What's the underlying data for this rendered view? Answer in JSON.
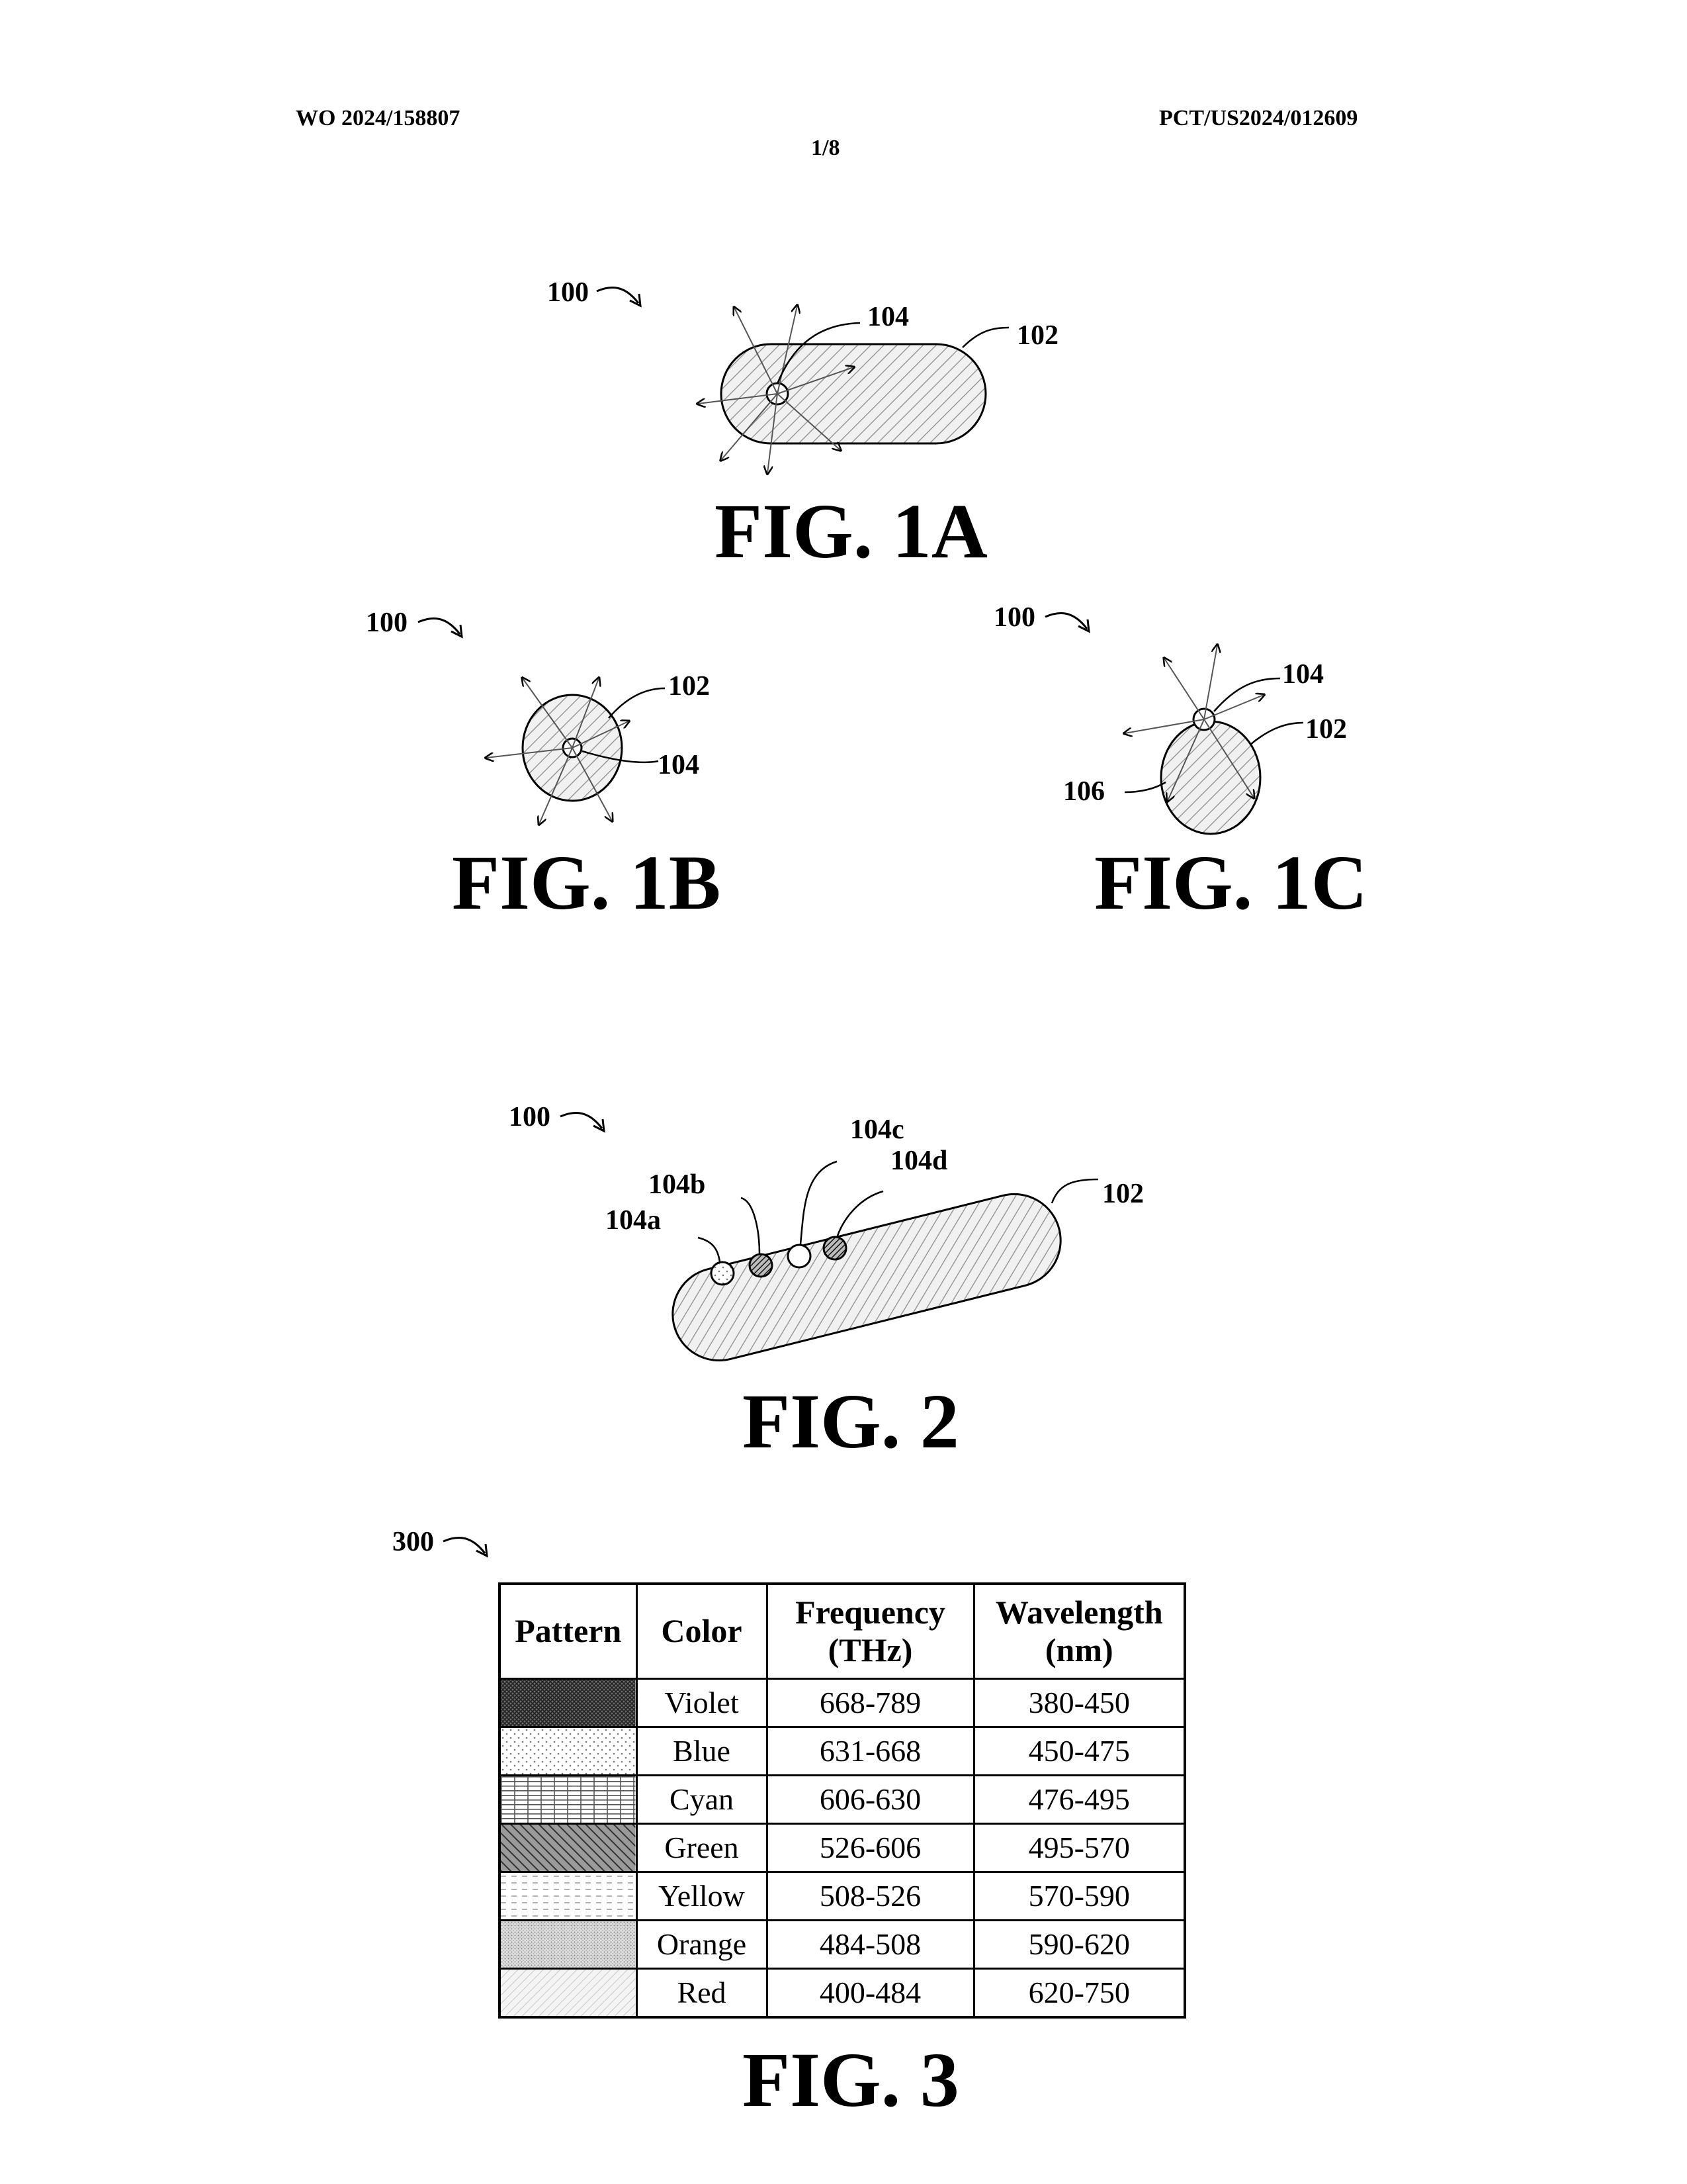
{
  "header": {
    "publication_number": "WO 2024/158807",
    "application_number": "PCT/US2024/012609",
    "sheet": "1/8"
  },
  "fig1a": {
    "caption": "FIG. 1A",
    "ref_device": "100",
    "ref_body": "102",
    "ref_emitter": "104"
  },
  "fig1b": {
    "caption": "FIG. 1B",
    "ref_device": "100",
    "ref_body": "102",
    "ref_emitter": "104"
  },
  "fig1c": {
    "caption": "FIG. 1C",
    "ref_device": "100",
    "ref_body": "102",
    "ref_emitter": "104",
    "ref_reflector": "106"
  },
  "fig2": {
    "caption": "FIG. 2",
    "ref_device": "100",
    "ref_body": "102",
    "ref_emitter_a": "104a",
    "ref_emitter_b": "104b",
    "ref_emitter_c": "104c",
    "ref_emitter_d": "104d"
  },
  "fig3": {
    "caption": "FIG. 3",
    "ref_table": "300",
    "columns": [
      "Pattern",
      "Color",
      "Frequency (THz)",
      "Wavelength (nm)"
    ],
    "rows": [
      {
        "pattern": "dense-crosshatch",
        "color": "Violet",
        "frequency": "668-789",
        "wavelength": "380-450"
      },
      {
        "pattern": "sparse-dots",
        "color": "Blue",
        "frequency": "631-668",
        "wavelength": "450-475"
      },
      {
        "pattern": "grid",
        "color": "Cyan",
        "frequency": "606-630",
        "wavelength": "476-495"
      },
      {
        "pattern": "diagonal-stripes",
        "color": "Green",
        "frequency": "526-606",
        "wavelength": "495-570"
      },
      {
        "pattern": "horizontal-dashes",
        "color": "Yellow",
        "frequency": "508-526",
        "wavelength": "570-590"
      },
      {
        "pattern": "fine-dots",
        "color": "Orange",
        "frequency": "484-508",
        "wavelength": "590-620"
      },
      {
        "pattern": "light-diagonal",
        "color": "Red",
        "frequency": "400-484",
        "wavelength": "620-750"
      }
    ]
  }
}
